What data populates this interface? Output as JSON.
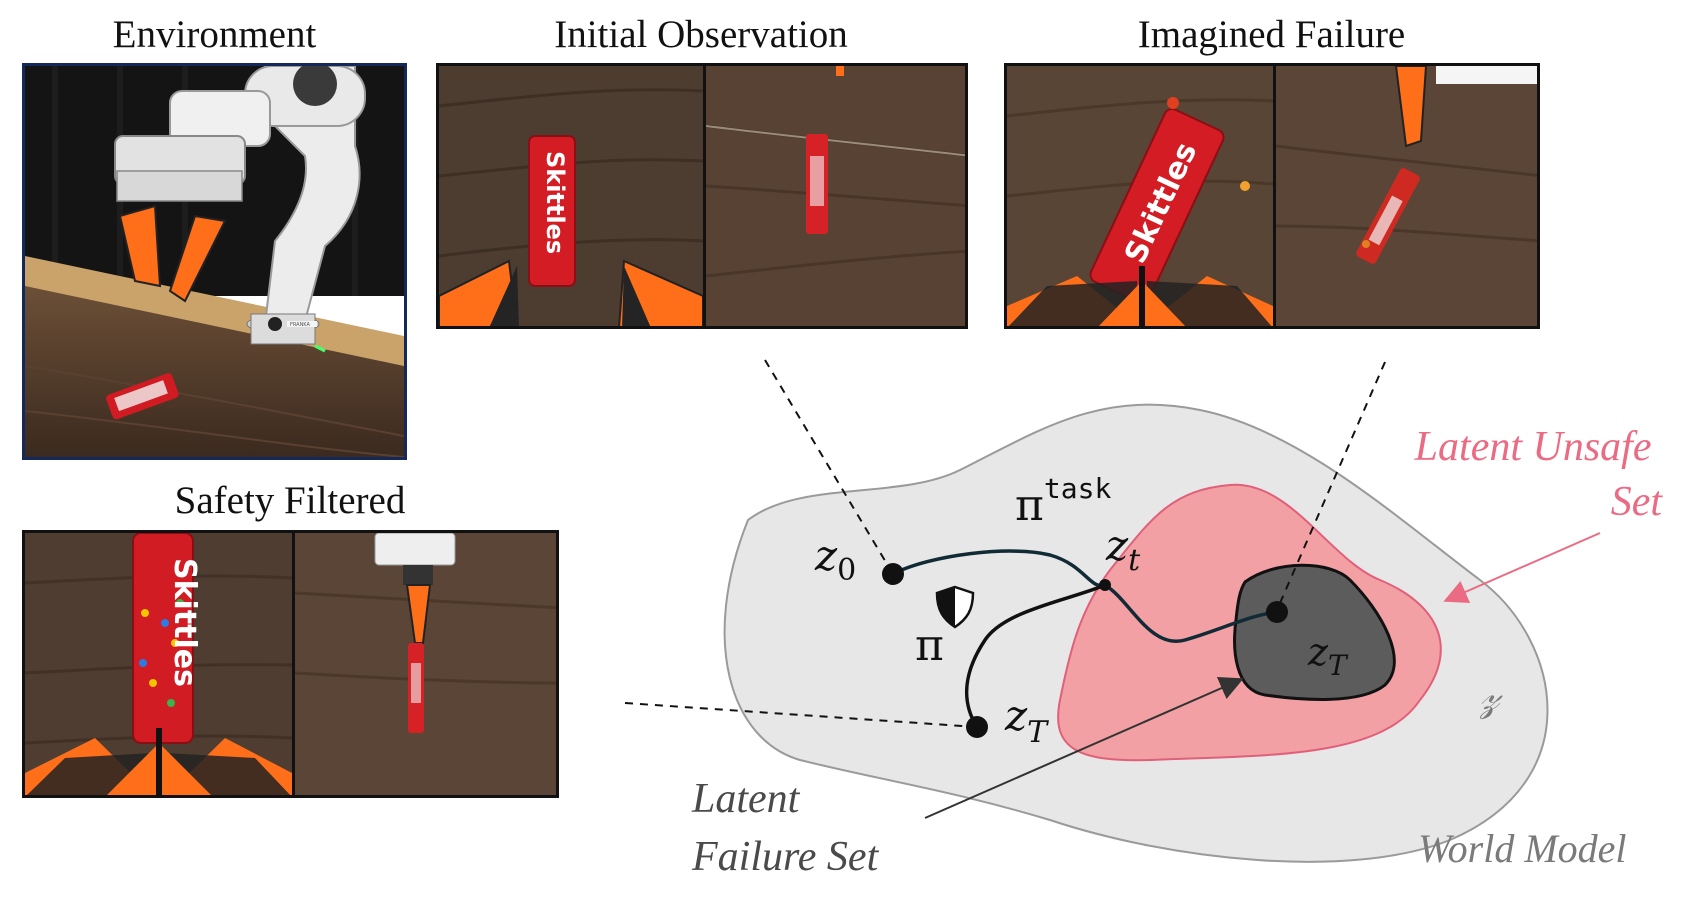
{
  "titles": {
    "environment": "Environment",
    "initial_observation": "Initial Observation",
    "imagined_failure": "Imagined Failure",
    "safety_filtered": "Safety Filtered"
  },
  "diagram": {
    "latent_unsafe_set": [
      "Latent Unsafe",
      "Set"
    ],
    "latent_failure_set": [
      "Latent",
      "Failure Set"
    ],
    "world_model": "World Model",
    "space_symbol": "𝓏",
    "z0": "z",
    "z0_sub": "0",
    "zt": "z",
    "zt_sub": "t",
    "zT_filtered": "z",
    "zT_filtered_sub": "T",
    "zT_failure": "z",
    "zT_failure_sub": "T",
    "pi_task": "π",
    "pi_task_sup": "task",
    "pi_safe": "π"
  },
  "photos": {
    "candy_label": "Skittles",
    "robot_brand": "FRANKA"
  },
  "colors": {
    "world_model_fill": "#e7e7e7",
    "unsafe_fill": "#f2a0a4",
    "unsafe_stroke": "#e0607a",
    "failure_fill": "#5c5c5c",
    "unsafe_text": "#ea6b83",
    "gray_text": "#7a7a7a",
    "trajectory": "#102a36",
    "wood": "#4a3a2e",
    "gripper_orange": "#ff6f1a"
  }
}
